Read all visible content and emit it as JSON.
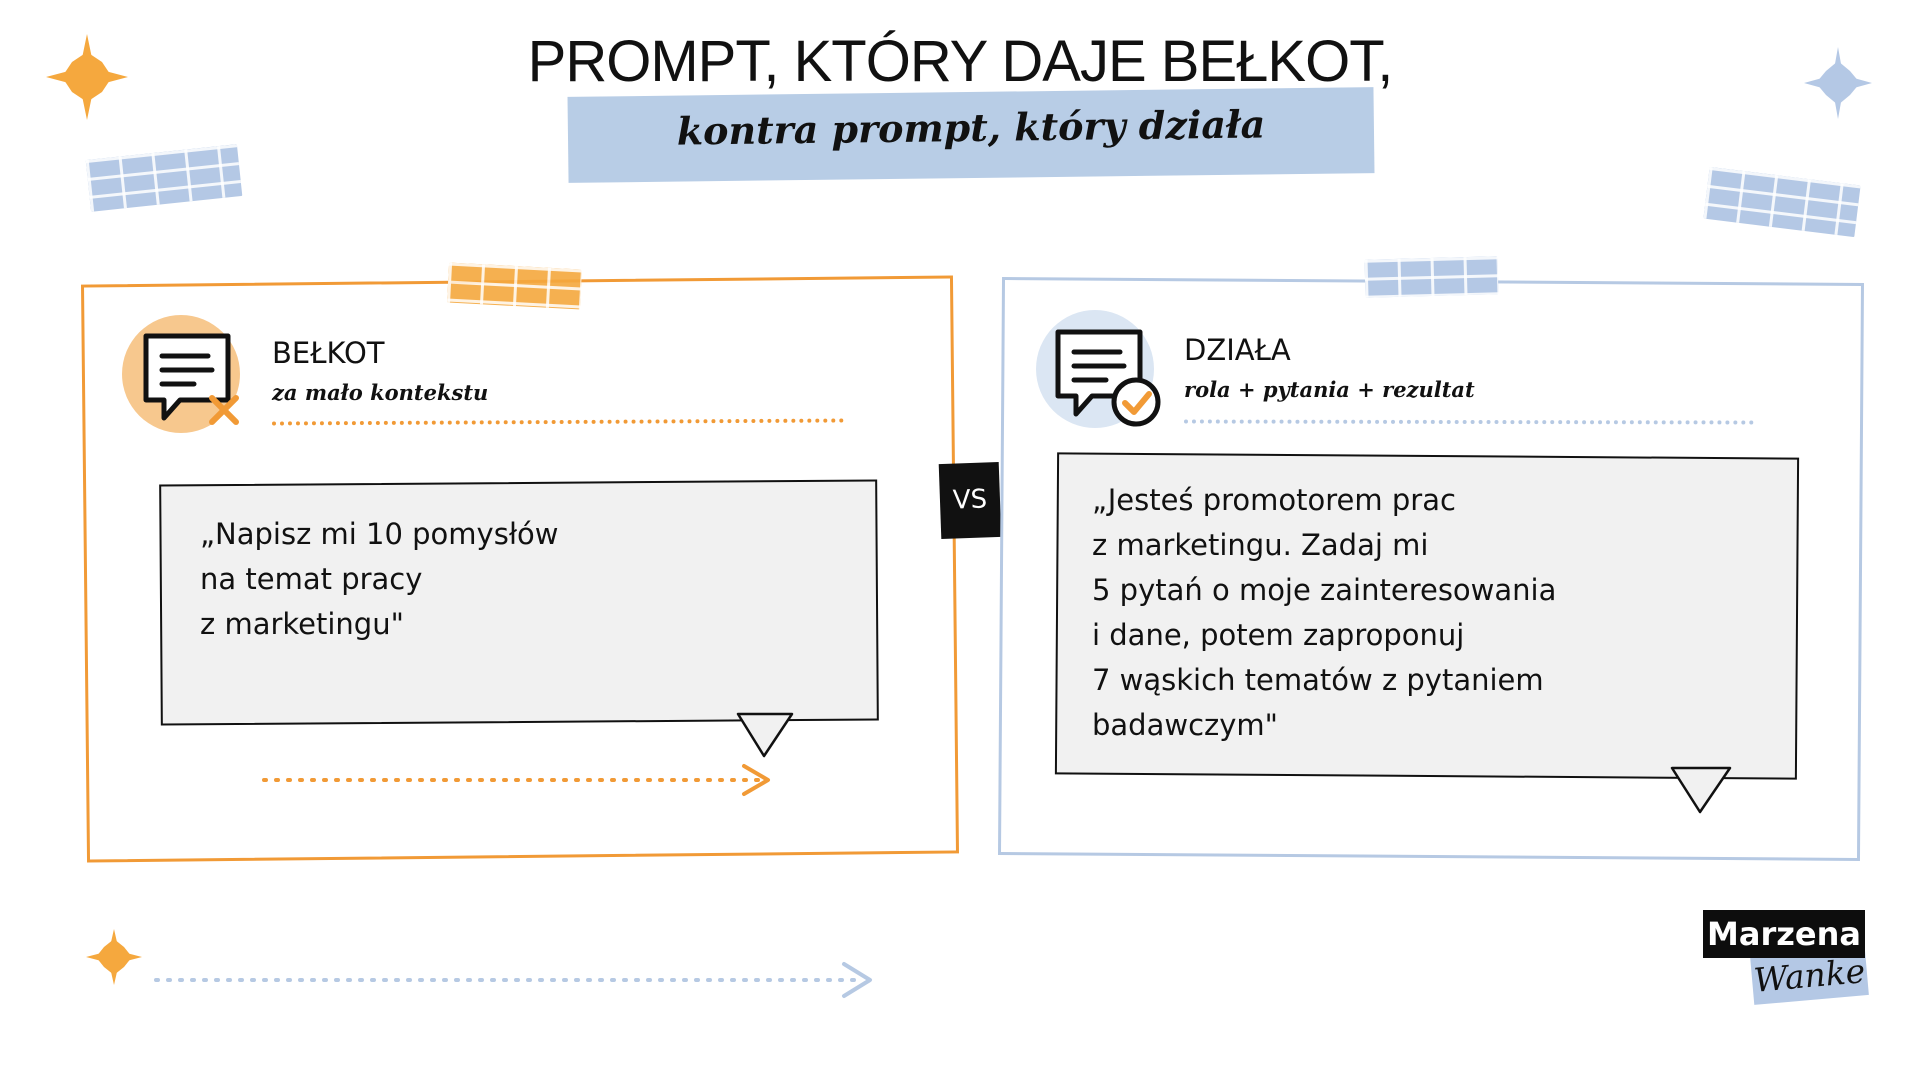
{
  "header": {
    "title": "PROMPT, KTÓRY DAJE BEŁKOT,",
    "subtitle": "kontra prompt, który działa"
  },
  "left_card": {
    "title": "BEŁKOT",
    "subtitle": "za mało kontekstu",
    "icon": "chat-x-icon",
    "prompt_lines": [
      "„Napisz mi 10 pomysłów",
      "na temat pracy",
      "z marketingu\""
    ]
  },
  "right_card": {
    "title": "DZIAŁA",
    "subtitle": "rola + pytania + rezultat",
    "icon": "chat-check-icon",
    "prompt_lines": [
      "„Jesteś promotorem prac",
      "z marketingu. Zadaj mi",
      "5 pytań o moje zainteresowania",
      "i dane, potem zaproponuj",
      "7 wąskich tematów z pytaniem",
      "badawczym\""
    ]
  },
  "vs_label": "VS",
  "logo": {
    "line1": "Marzena",
    "line2": "Wanke"
  },
  "colors": {
    "orange": "#f19a36",
    "blue": "#b6c9e3",
    "dark": "#111111",
    "bubble": "#f1f1f1"
  }
}
